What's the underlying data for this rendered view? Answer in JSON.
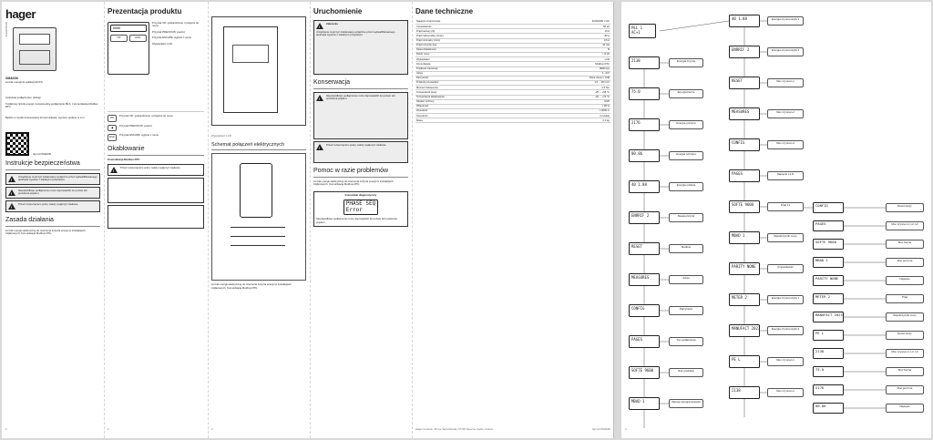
{
  "brand": "hager",
  "doc_code": "6LE007951A",
  "product": {
    "code": "XMA030",
    "title": "Licznik energii do aplikacji EVCS"
  },
  "intro_lines": [
    "Instrukcja podłączenia i obsługi",
    "Trójfazowy licznik energii, bezpośrednie podłączenie 80 A, z komunikacją Modbus RTU",
    "Będzie to wyrób dostosowany do komunikacji, wymiary podane w mm."
  ],
  "qr_caption": "hgr.io/r/XMA030",
  "sections": {
    "safety": "Instrukcje bezpieczeństwa",
    "safety_items": [
      "Urządzenie musi być instalowane wyłącznie przez wykwalifikowanego elektryka zgodnie z lokalnymi przepisami.",
      "Nieprawidłowe podłączenie może doprowadzić do pożaru lub porażenia prądem.",
      "Przed rozpoczęciem pracy należy wyłączyć zasilanie."
    ],
    "principle": "Zasada działania",
    "principle_text": "Licznik energii elektrycznej do mierzenia zużycia energii w instalacjach trójfazowych. Komunikacja Modbus RTU.",
    "presentation": "Prezentacja produktu",
    "presentation_labels": [
      "Przycisk OK: potwierdzenie i przejście do menu",
      "Przycisk PREVIOUS: powrót",
      "Przycisk ESCAPE: wyjście z menu",
      "Wyświetlacz LCD"
    ],
    "wiring": "Okablowanie",
    "wiring_sub": "Komunikacja Modbus RTU",
    "scheme": "Schemat połączeń elektrycznych",
    "startup": "Uruchomienie",
    "startup_warning": "Zalecenia",
    "maintenance": "Konserwacja",
    "troubleshoot": "Pomoc w razie problemów",
    "comm_diag": "Komunikat diagnostyczny",
    "tech": "Dane techniczne"
  },
  "lcd_diag": {
    "line1": "PHASE SEQ",
    "line2": "Error"
  },
  "tech_rows": [
    [
      "Napięcie znamionowe",
      "3x230/400 V AC"
    ],
    [
      "Częstotliwość",
      "50 Hz"
    ],
    [
      "Prąd bazowy (Ib)",
      "10 A"
    ],
    [
      "Prąd maksymalny (Imax)",
      "80 A"
    ],
    [
      "Prąd minimalny (Imin)",
      "0,5 A"
    ],
    [
      "Prąd rozruchu (Ist)",
      "40 mA"
    ],
    [
      "Klasa dokładności",
      "B"
    ],
    [
      "Pobór mocy",
      "< 8 VA"
    ],
    [
      "Wyświetlacz",
      "LCD"
    ],
    [
      "Komunikacja",
      "Modbus RTU"
    ],
    [
      "Prędkość transmisji",
      "9600 bps"
    ],
    [
      "Adres",
      "1...247"
    ],
    [
      "Parzystość",
      "None / Even / Odd"
    ],
    [
      "Przekrój przewodów",
      "1,5 ... 25 mm²"
    ],
    [
      "Moment dokręcenia",
      "2,5 Nm"
    ],
    [
      "Temperatura pracy",
      "-25 ... +55 °C"
    ],
    [
      "Temperatura składowania",
      "-25 ... +70 °C"
    ],
    [
      "Stopień ochrony",
      "IP20"
    ],
    [
      "Wilgotność",
      "≤ 95 %"
    ],
    [
      "Wysokość",
      "≤ 2000 m"
    ],
    [
      "Szerokość",
      "4 moduły"
    ],
    [
      "Masa",
      "0,3 kg"
    ]
  ],
  "footer_left": "Hager Controls, 33 rue Saint-Nicolas, 67700 Saverne Cedex, France",
  "footer_right": "hgr.io/r/XMA030",
  "menu": {
    "start_lcd": [
      "PEL 1",
      "AC+1"
    ],
    "left_boxes": [
      "Energia czynna",
      "Energia bierna",
      "Energia pozorna",
      "Energia pobrana",
      "Energia oddana",
      "Resetuj licznik",
      "Modbus",
      "Adres",
      "Parzystość",
      "Typ podłączenia",
      "Rok produkcji",
      "Wersja oprogramowania"
    ],
    "lcd_labels": [
      "2138",
      "75.0",
      "2176",
      "00.86",
      "40 1.88",
      "ENRRIF 2",
      "RESET",
      "MEASURES",
      "CONFIG",
      "PAGES",
      "SOFTE 9600",
      "MBAD 1",
      "PARITY NONE",
      "METER 2",
      "MANUFACT 2023",
      "PE L"
    ],
    "right_boxes": [
      "Energia czynna taryfa 1",
      "Energia czynna taryfa 2",
      "Moc czynna L1",
      "Moc czynna L2",
      "Moc czynna L3",
      "Napięcie L1-N",
      "Prąd L1",
      "Współczynnik mocy",
      "Częstotliwość"
    ],
    "far_right_boxes": [
      "Reset taryfy",
      "Moc czynna L1, L2, L3",
      "Moc bierna",
      "Moc pozorna",
      "Napięcie",
      "Prąd",
      "Współczynnik mocy"
    ]
  },
  "page_numbers": [
    "1",
    "2",
    "3",
    "4"
  ]
}
